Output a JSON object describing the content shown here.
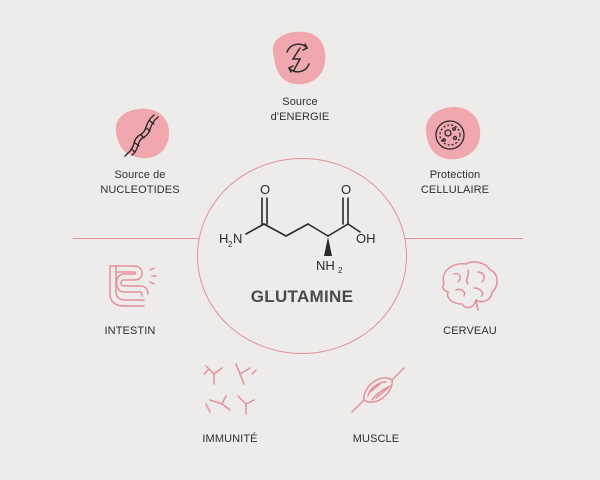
{
  "title": "GLUTAMINE",
  "molecule_atoms": {
    "o_left": "O",
    "o_right": "O",
    "h2n": "H",
    "h2n_sub": "2",
    "h2n_n": "N",
    "oh": "OH",
    "nh2_n": "NH",
    "nh2_sub": "2"
  },
  "items": {
    "energy": {
      "line1": "Source",
      "line2": "d'ENERGIE",
      "icon": "lightning-cycle-icon"
    },
    "nucleotides": {
      "line1": "Source de",
      "line2": "NUCLEOTIDES",
      "icon": "dna-icon"
    },
    "protection": {
      "line1": "Protection",
      "line2": "CELLULAIRE",
      "icon": "cell-icon"
    },
    "intestin": {
      "line1": "INTESTIN",
      "icon": "intestine-icon"
    },
    "cerveau": {
      "line1": "CERVEAU",
      "icon": "brain-icon"
    },
    "immunite": {
      "line1": "IMMUNITÉ",
      "icon": "antibody-icon"
    },
    "muscle": {
      "line1": "MUSCLE",
      "icon": "muscle-icon"
    }
  },
  "colors": {
    "accent": "#e58f97",
    "blob": "#f0a7ae",
    "background": "#eeeceb",
    "ink": "#2d2d2d"
  }
}
